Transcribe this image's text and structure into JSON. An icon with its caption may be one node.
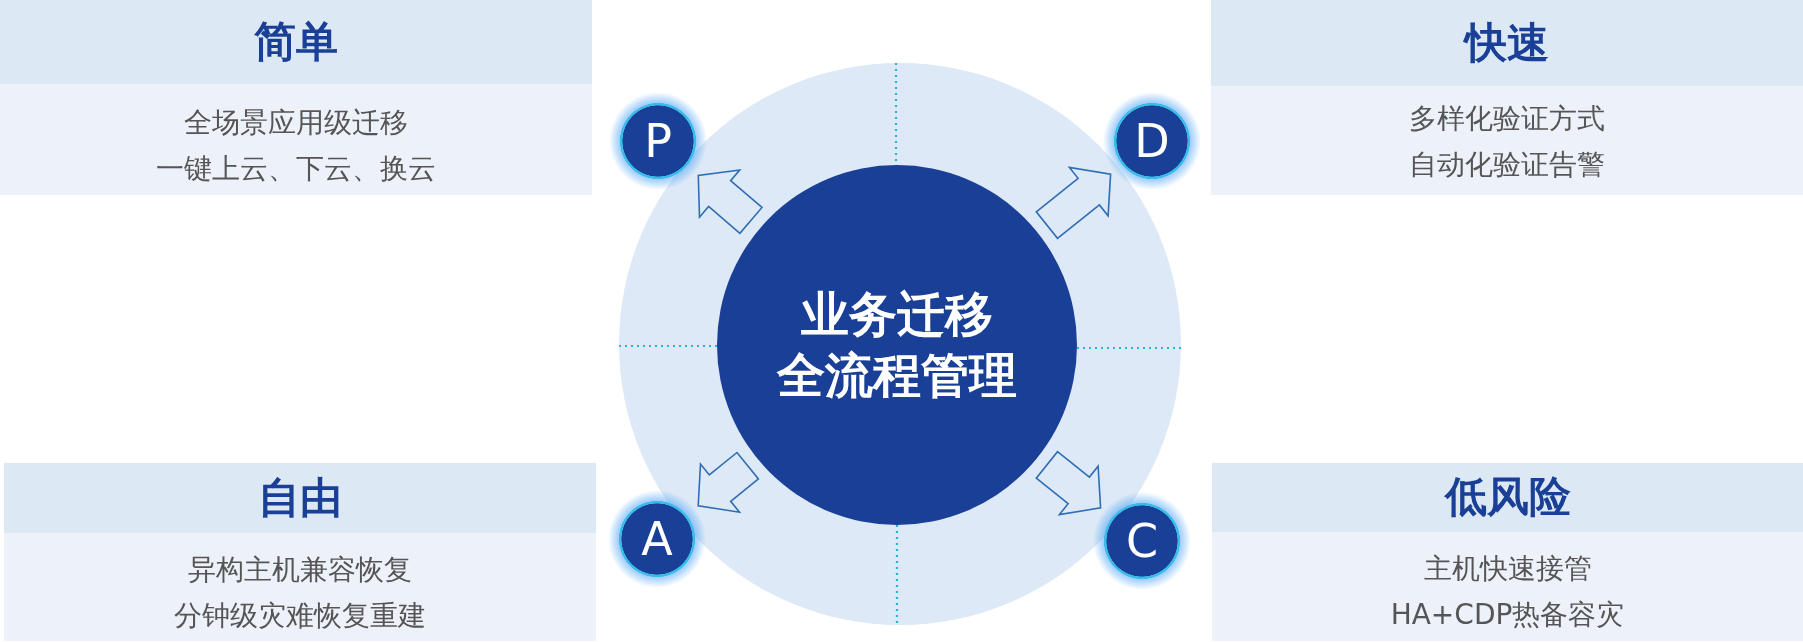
{
  "diagram": {
    "nodes": [
      {
        "text": [
          "简单",
          "全场景应用级迁移",
          "一键上云、下云、换云"
        ]
      },
      {
        "text": [
          "P"
        ]
      },
      {
        "text": [
          "D"
        ]
      },
      {
        "text": [
          "快速",
          "多样化验证方式",
          "自动化验证告警"
        ]
      },
      {
        "text": [
          "业务迁移全流程管理"
        ]
      },
      {
        "text": [
          "自由",
          "异构主机兼容恢复",
          "分钟级灾难恢复重建"
        ]
      },
      {
        "text": [
          "A"
        ]
      },
      {
        "text": [
          "C"
        ]
      },
      {
        "text": [
          "低风险",
          "主机快速接管",
          "HA+CDP热备容灾"
        ]
      }
    ],
    "edges": [
      {
        "from": 4,
        "to": 1,
        "arrow": "to"
      },
      {
        "from": 4,
        "to": 2,
        "arrow": "to"
      },
      {
        "from": 4,
        "to": 6,
        "arrow": "to"
      },
      {
        "from": 4,
        "to": 7,
        "arrow": "to"
      }
    ]
  }
}
